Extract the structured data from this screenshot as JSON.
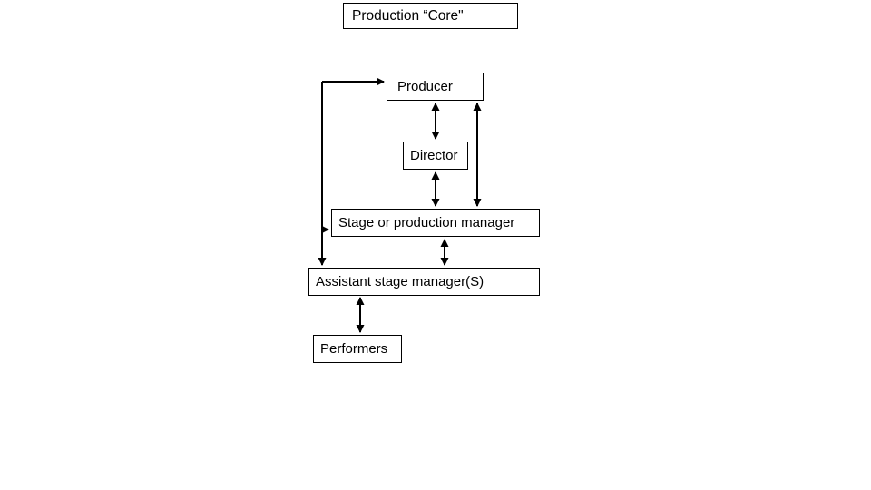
{
  "diagram": {
    "title": "Production “Core\"",
    "nodes": {
      "producer": {
        "label": "Producer"
      },
      "director": {
        "label": "Director"
      },
      "stage_manager": {
        "label": "Stage or production manager"
      },
      "assistant_stage_manager": {
        "label": "Assistant stage manager(S)"
      },
      "performers": {
        "label": "Performers"
      }
    },
    "connectors": [
      {
        "from": "left-elbow",
        "to": "producer",
        "style": "single-arrow"
      },
      {
        "from": "left-trunk",
        "to": "stage_manager",
        "style": "single-arrow"
      },
      {
        "from": "left-trunk",
        "to": "assistant_stage_manager",
        "style": "single-arrow"
      },
      {
        "from": "producer",
        "to": "director",
        "style": "double-arrow"
      },
      {
        "from": "director",
        "to": "stage_manager",
        "style": "double-arrow"
      },
      {
        "from": "producer",
        "to": "stage_manager",
        "style": "double-arrow"
      },
      {
        "from": "stage_manager",
        "to": "assistant_stage_manager",
        "style": "double-arrow"
      },
      {
        "from": "assistant_stage_manager",
        "to": "performers",
        "style": "double-arrow"
      }
    ],
    "colors": {
      "line": "#000000",
      "text": "#000000",
      "box_border": "#000000",
      "background": "#ffffff"
    }
  }
}
